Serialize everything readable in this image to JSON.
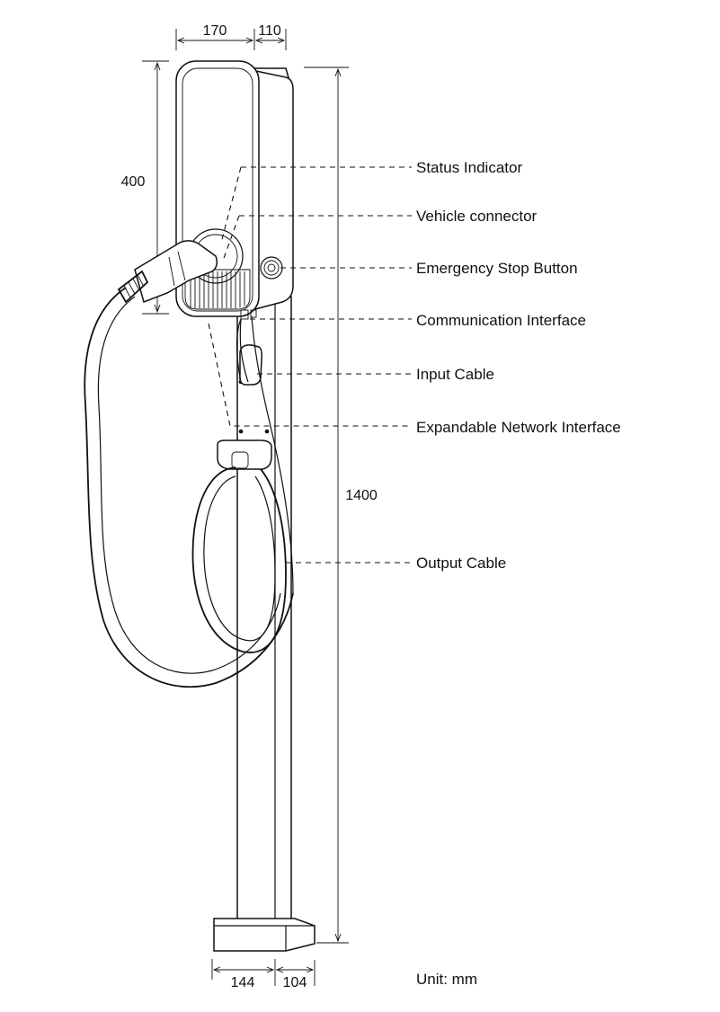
{
  "dimensions": {
    "unit_width": "170",
    "unit_depth": "110",
    "unit_height": "400",
    "total_height": "1400",
    "base_width": "144",
    "base_depth": "104"
  },
  "callouts": [
    {
      "id": "status",
      "label": "Status Indicator"
    },
    {
      "id": "vehicle",
      "label": "Vehicle connector"
    },
    {
      "id": "estop",
      "label": "Emergency Stop Button"
    },
    {
      "id": "comm",
      "label": "Communication Interface"
    },
    {
      "id": "input",
      "label": "Input Cable"
    },
    {
      "id": "network",
      "label": "Expandable Network Interface"
    },
    {
      "id": "output",
      "label": "Output Cable"
    }
  ],
  "unit_note": "Unit: mm"
}
